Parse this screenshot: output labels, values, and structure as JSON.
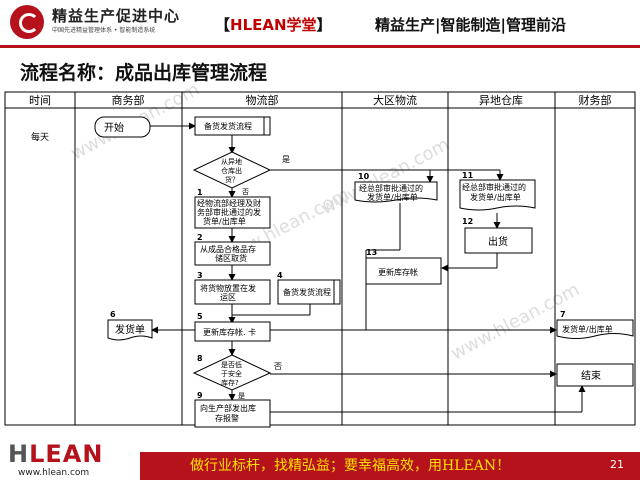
{
  "header": {
    "brand": "精益生产促进中心",
    "brand_sub": "中国先进精益管理体系 • 智能制造系统",
    "tag_open": "【",
    "tag_h": "H",
    "tag_rest": "LEAN学堂",
    "tag_close": "】",
    "slogan": "精益生产|智能制造|管理前沿"
  },
  "title": "流程名称：成品出库管理流程",
  "lanes": [
    "时间",
    "商务部",
    "物流部",
    "大区物流",
    "异地仓库",
    "财务部"
  ],
  "time_label": "每天",
  "watermark": "www.hlean.com",
  "nodes": {
    "start": "开始",
    "prepare": "备货发货流程",
    "dec1_l1": "从异地",
    "dec1_l2": "仓库出",
    "dec1_l3": "货？",
    "yes1": "是",
    "no1": "否",
    "n1_num": "1",
    "n1_l1": "经物流部经理及财",
    "n1_l2": "务部审批通过的发",
    "n1_l3": "货单/出库单",
    "n2_num": "2",
    "n2_l1": "从成品合格品存",
    "n2_l2": "储区取货",
    "n3_num": "3",
    "n3_l1": "将货物放置在发",
    "n3_l2": "运区",
    "n4_num": "4",
    "n4": "备货发货流程",
    "n5_num": "5",
    "n5": "更新库存帐. 卡",
    "n6_num": "6",
    "n6": "发货单",
    "n7_num": "7",
    "n7": "发货单/出库单",
    "dec8_num": "8",
    "dec8_l1": "是否低",
    "dec8_l2": "于安全",
    "dec8_l3": "库存?",
    "no8": "否",
    "yes8": "是",
    "n9_num": "9",
    "n9_l1": "向生产部发出库",
    "n9_l2": "存报警",
    "n10_num": "10",
    "n10_l1": "经总部审批通过的",
    "n10_l2": "发货单/出库单",
    "n11_num": "11",
    "n11_l1": "经总部审批通过的",
    "n11_l2": "发货单/出库单",
    "n12_num": "12",
    "n12": "出货",
    "n13_num": "13",
    "n13": "更新库存帐",
    "end": "结束"
  },
  "footer": {
    "logo_h": "H",
    "logo_rest": "LEAN",
    "url": "www.hlean.com",
    "motto": "做行业标杆，找精弘益；要幸福高效，用HLEAN！",
    "page": "21"
  }
}
